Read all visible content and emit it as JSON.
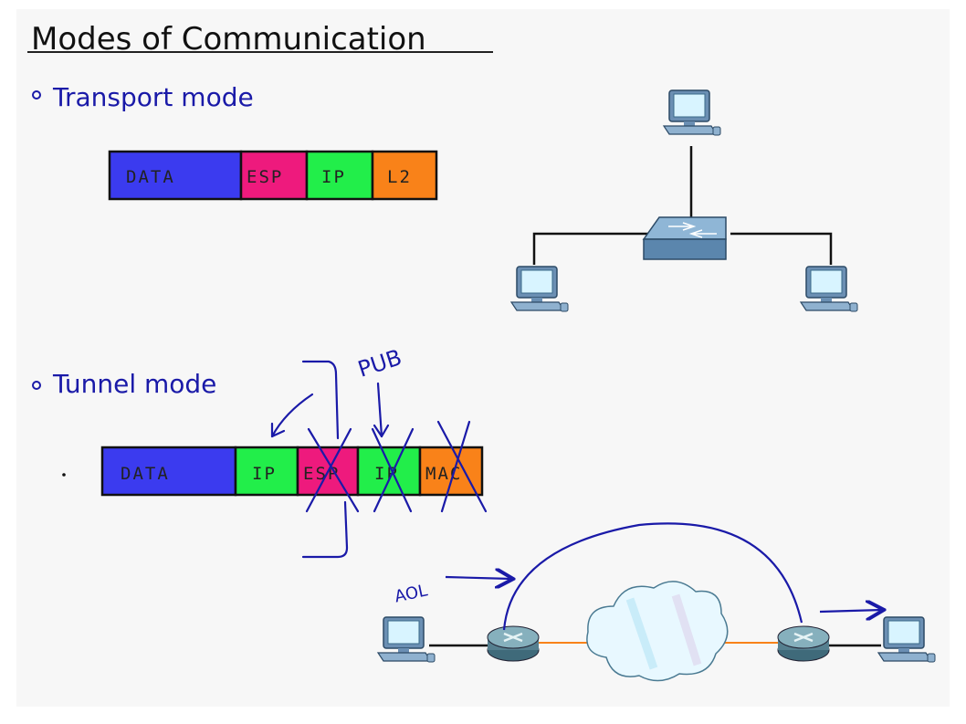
{
  "title": "Modes of Communication",
  "sections": {
    "transport": {
      "label": "Transport mode",
      "packet": [
        "DATA",
        "ESP",
        "IP",
        "L2"
      ]
    },
    "tunnel": {
      "label": "Tunnel mode",
      "packet": [
        "DATA",
        "IP",
        "ESP",
        "IP",
        "MAC"
      ],
      "annotation_pub": "PUB",
      "annotation_aol": "AOL"
    }
  },
  "colors": {
    "data": "#3b3bef",
    "esp": "#ee1a7d",
    "ip": "#22ee4a",
    "l2": "#f98219",
    "ink": "#1a1aa8"
  },
  "icons": [
    "computer-icon",
    "switch-icon",
    "router-icon",
    "cloud-icon"
  ]
}
